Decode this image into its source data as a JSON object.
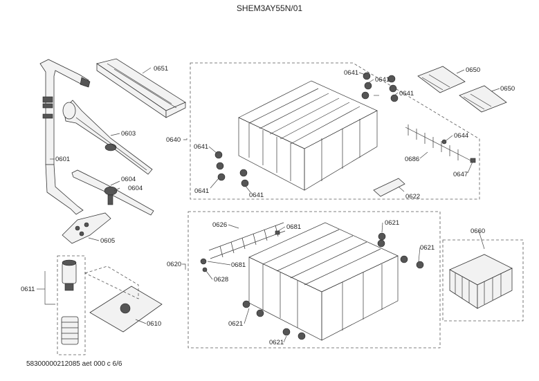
{
  "header": {
    "model": "SHEM3AY55N/01"
  },
  "footer": {
    "doc_ref": "58300000212085 aet 000 c 6/6"
  },
  "labels": {
    "l0651": "0651",
    "l0603": "0603",
    "l0601": "0601",
    "l0604a": "0604",
    "l0604b": "0604",
    "l0605": "0605",
    "l0611": "0611",
    "l0610": "0610",
    "l0640": "0640",
    "l0641a": "0641",
    "l0641b": "0641",
    "l0641c": "0641",
    "l0641d": "0641",
    "l0641e": "0641",
    "l0641f": "0641",
    "l0650a": "0650",
    "l0650b": "0650",
    "l0644": "0644",
    "l0686": "0686",
    "l0647": "0647",
    "l0622": "0622",
    "l0620": "0620",
    "l0626": "0626",
    "l0681a": "0681",
    "l0681b": "0681",
    "l0628": "0628",
    "l0621a": "0621",
    "l0621b": "0621",
    "l0621c": "0621",
    "l0621d": "0621",
    "l0660": "0660"
  }
}
